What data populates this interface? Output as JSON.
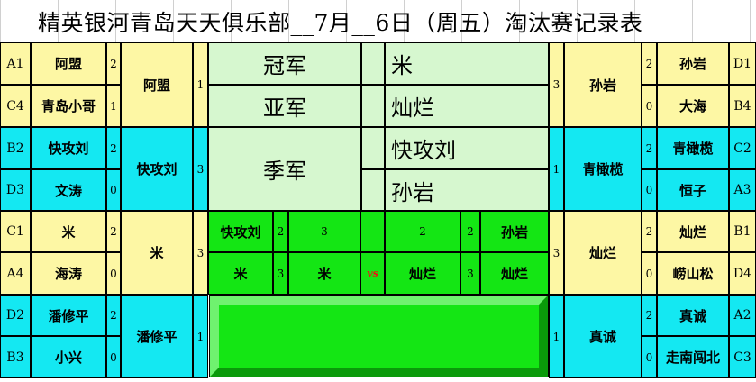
{
  "title": "精英银河青岛天天俱乐部__7月__6日（周五）淘汰赛记录表",
  "podium": {
    "champion_label": "冠军",
    "champion": "米",
    "runner_up_label": "亚军",
    "runner_up": "灿烂",
    "third_label": "季军",
    "third_1": "快攻刘",
    "third_2": "孙岩"
  },
  "left": [
    {
      "seed_a": "A1",
      "name_a": "阿盟",
      "score_a": "2",
      "seed_b": "C4",
      "name_b": "青岛小哥",
      "score_b": "1",
      "winner": "阿盟",
      "wscore": "1"
    },
    {
      "seed_a": "B2",
      "name_a": "快攻刘",
      "score_a": "2",
      "seed_b": "D3",
      "name_b": "文涛",
      "score_b": "0",
      "winner": "快攻刘",
      "wscore": "3"
    },
    {
      "seed_a": "C1",
      "name_a": "米",
      "score_a": "2",
      "seed_b": "A4",
      "name_b": "海涛",
      "score_b": "0",
      "winner": "米",
      "wscore": "3"
    },
    {
      "seed_a": "D2",
      "name_a": "潘修平",
      "score_a": "2",
      "seed_b": "B3",
      "name_b": "小兴",
      "score_b": "0",
      "winner": "潘修平",
      "wscore": "1"
    }
  ],
  "right": [
    {
      "seed_a": "D1",
      "name_a": "孙岩",
      "score_a": "2",
      "seed_b": "B4",
      "name_b": "大海",
      "score_b": "0",
      "winner": "孙岩",
      "wscore": "3"
    },
    {
      "seed_a": "C2",
      "name_a": "青橄榄",
      "score_a": "2",
      "seed_b": "A3",
      "name_b": "恒子",
      "score_b": "0",
      "winner": "青橄榄",
      "wscore": "1"
    },
    {
      "seed_a": "B1",
      "name_a": "灿烂",
      "score_a": "2",
      "seed_b": "D4",
      "name_b": "崂山松",
      "score_b": "0",
      "winner": "灿烂",
      "wscore": "3"
    },
    {
      "seed_a": "A2",
      "name_a": "真诚",
      "score_a": "2",
      "seed_b": "C3",
      "name_b": "走南闯北",
      "score_b": "0",
      "winner": "真诚",
      "wscore": "1"
    }
  ],
  "semis": {
    "left_top_name": "快攻刘",
    "left_top_score": "2",
    "left_top_sets": "3",
    "right_top_sets": "2",
    "right_top_score": "2",
    "right_top_name": "孙岩",
    "left_bot_name": "米",
    "left_bot_score": "3",
    "left_bot_sets": "米",
    "vs": "vs",
    "right_bot_sets": "灿烂",
    "right_bot_score": "3",
    "right_bot_name": "灿烂"
  }
}
